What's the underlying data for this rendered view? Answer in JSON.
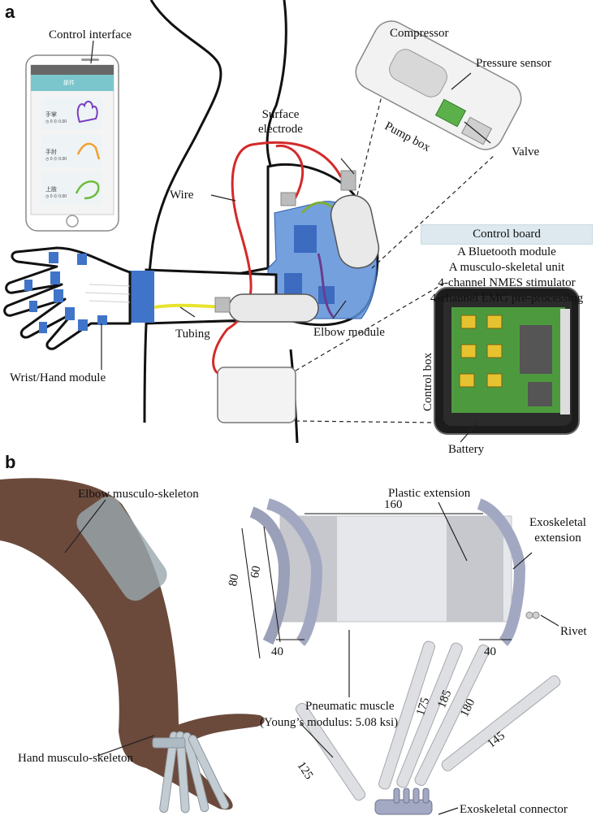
{
  "panel_a": {
    "letter": "a",
    "labels": {
      "control_interface": "Control interface",
      "compressor": "Compressor",
      "pressure_sensor": "Pressure sensor",
      "surface_electrode": "Surface\nelectrode",
      "pump_box": "Pump box",
      "valve": "Valve",
      "wire": "Wire",
      "tubing": "Tubing",
      "elbow_module": "Elbow module",
      "wrist_hand_module": "Wrist/Hand module",
      "control_box": "Control box",
      "battery": "Battery"
    },
    "control_board": {
      "title": "Control board",
      "items": [
        "A Bluetooth module",
        "A musculo-skeletal unit",
        "4-channel NMES stimulator",
        "4-channel EMG pre-processing"
      ]
    },
    "phone": {
      "header_title": "部件",
      "cards": [
        {
          "name": "手掌",
          "meta": "◷ 0  ⓪ 0.00"
        },
        {
          "name": "手肘",
          "meta": "◷ 0  ⓪ 0.00"
        },
        {
          "name": "上肢",
          "meta": "◷ 0  ⓪ 0.00"
        }
      ]
    }
  },
  "panel_b": {
    "letter": "b",
    "labels": {
      "elbow_musculo_skeleton": "Elbow musculo-skeleton",
      "hand_musculo_skeleton": "Hand musculo-skeleton",
      "plastic_extension": "Plastic extension",
      "exoskeletal_extension": "Exoskeletal\nextension",
      "rivet": "Rivet",
      "pneumatic_muscle": "Pneumatic muscle",
      "youngs_modulus": "(Young’s modulus: 5.08 ksi)",
      "exoskeletal_connector": "Exoskeletal connector"
    },
    "dimensions": {
      "length": "160",
      "outer_height": "80",
      "inner_height": "60",
      "width_left": "40",
      "width_right": "40",
      "tube_1": "175",
      "tube_2": "185",
      "tube_3": "180",
      "tube_4": "145",
      "tube_5": "125"
    }
  },
  "colors": {
    "module_blue": "#3f74c9",
    "wire_red": "#d42a2a",
    "tubing_yellow": "#e7e32e",
    "board_green": "#4d9a3e",
    "skin_brown": "#6b4a3c",
    "header_bg": "#dde9ef"
  }
}
